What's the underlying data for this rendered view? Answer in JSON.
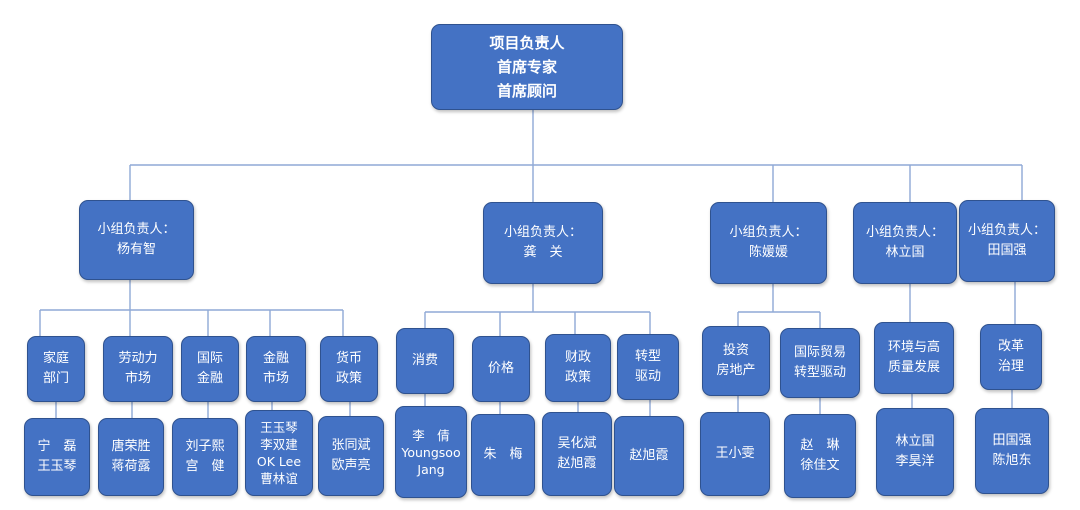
{
  "top": {
    "lines": [
      "项目负责人",
      "首席专家",
      "首席顾问"
    ]
  },
  "groups": [
    {
      "leader": [
        "小组负责人：",
        "杨有智"
      ],
      "topics": [
        {
          "name": [
            "家庭",
            "部门"
          ],
          "members": [
            "宁　磊",
            "王玉琴"
          ]
        },
        {
          "name": [
            "劳动力",
            "市场"
          ],
          "members": [
            "唐荣胜",
            "蒋荷露"
          ]
        },
        {
          "name": [
            "国际",
            "金融"
          ],
          "members": [
            "刘子熙",
            "宫　健"
          ]
        },
        {
          "name": [
            "金融",
            "市场"
          ],
          "members": [
            "王玉琴",
            "李双建",
            "OK Lee",
            "曹林谊"
          ]
        },
        {
          "name": [
            "货币",
            "政策"
          ],
          "members": [
            "张同斌",
            "欧声亮"
          ]
        }
      ]
    },
    {
      "leader": [
        "小组负责人：",
        "龚　关"
      ],
      "topics": [
        {
          "name": [
            "消费"
          ],
          "members": [
            "李　倩",
            "Youngsoo",
            "Jang"
          ]
        },
        {
          "name": [
            "价格"
          ],
          "members": [
            "朱　梅"
          ]
        },
        {
          "name": [
            "财政",
            "政策"
          ],
          "members": [
            "吴化斌",
            "赵旭霞"
          ]
        },
        {
          "name": [
            "转型",
            "驱动"
          ],
          "members": [
            "赵旭霞"
          ]
        }
      ]
    },
    {
      "leader": [
        "小组负责人：",
        "陈媛媛"
      ],
      "topics": [
        {
          "name": [
            "投资",
            "房地产"
          ],
          "members": [
            "王小雯"
          ]
        },
        {
          "name": [
            "国际贸易",
            "转型驱动"
          ],
          "members": [
            "赵　琳",
            "徐佳文"
          ]
        }
      ]
    },
    {
      "leader": [
        "小组负责人：",
        "林立国"
      ],
      "topics": [
        {
          "name": [
            "环境与高",
            "质量发展"
          ],
          "members": [
            "林立国",
            "李昊洋"
          ]
        }
      ]
    },
    {
      "leader": [
        "小组负责人：",
        "田国强"
      ],
      "topics": [
        {
          "name": [
            "改革",
            "治理"
          ],
          "members": [
            "田国强",
            "陈旭东"
          ]
        }
      ]
    }
  ],
  "colors": {
    "box_fill": "#4472c4",
    "box_border": "#2f528f",
    "connector": "#8fa9d6",
    "text": "#ffffff"
  }
}
